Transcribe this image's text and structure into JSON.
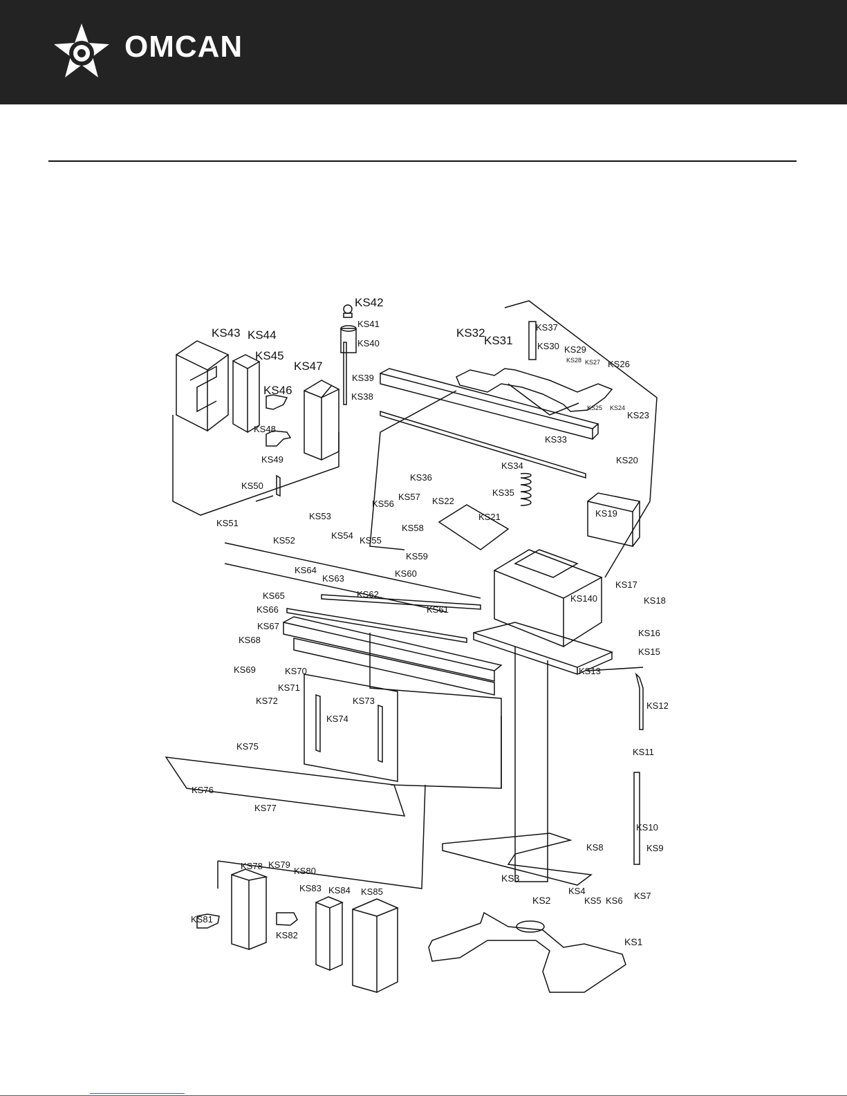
{
  "header": {
    "brand": "OMCAN",
    "bg_color": "#232323",
    "logo_icon": "star-logo-icon"
  },
  "diagram": {
    "labels": [
      "KS1",
      "KS2",
      "KS3",
      "KS4",
      "KS5",
      "KS6",
      "KS7",
      "KS8",
      "KS9",
      "KS10",
      "KS11",
      "KS12",
      "KS13",
      "KS140",
      "KS15",
      "KS16",
      "KS17",
      "KS18",
      "KS19",
      "KS20",
      "KS21",
      "KS22",
      "KS23",
      "KS24",
      "KS25",
      "KS26",
      "KS27",
      "KS28",
      "KS29",
      "KS30",
      "KS31",
      "KS32",
      "KS33",
      "KS34",
      "KS35",
      "KS36",
      "KS37",
      "KS38",
      "KS39",
      "KS40",
      "KS41",
      "KS42",
      "KS43",
      "KS44",
      "KS45",
      "KS46",
      "KS47",
      "KS48",
      "KS49",
      "KS50",
      "KS51",
      "KS52",
      "KS53",
      "KS54",
      "KS55",
      "KS56",
      "KS57",
      "KS58",
      "KS59",
      "KS60",
      "KS61",
      "KS62",
      "KS63",
      "KS64",
      "KS65",
      "KS66",
      "KS67",
      "KS68",
      "KS69",
      "KS70",
      "KS71",
      "KS72",
      "KS73",
      "KS74",
      "KS75",
      "KS76",
      "KS77",
      "KS78",
      "KS79",
      "KS80",
      "KS81",
      "KS82",
      "KS83",
      "KS84",
      "KS85"
    ]
  }
}
